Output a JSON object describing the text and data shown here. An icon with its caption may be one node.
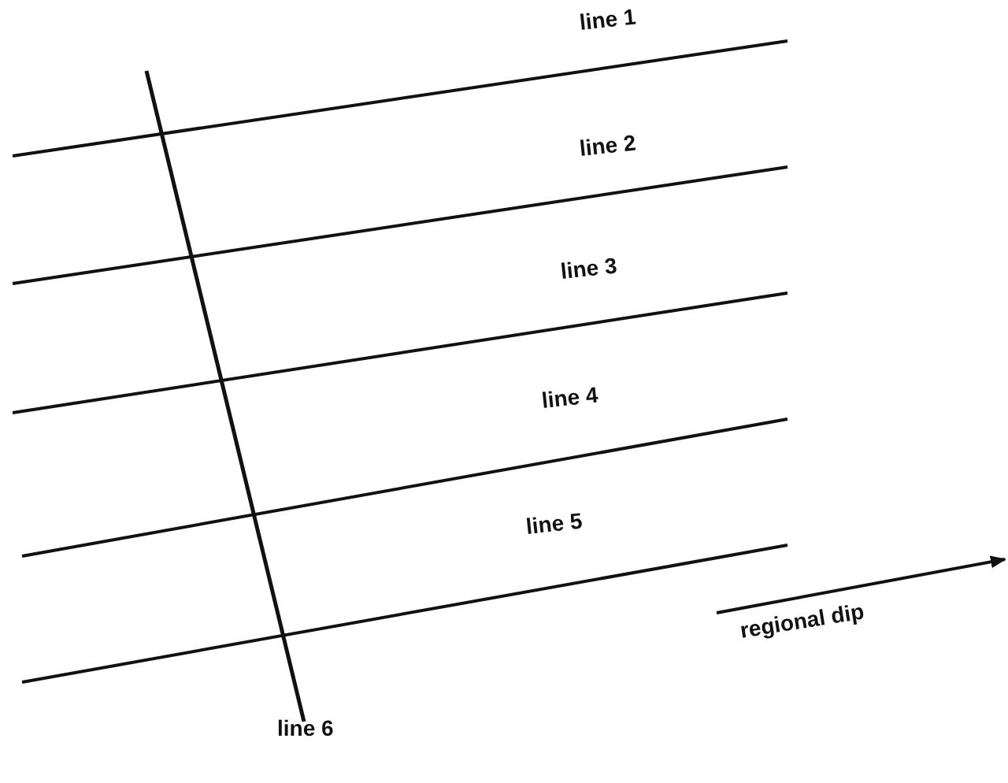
{
  "diagram": {
    "labels": [
      "line 1",
      "line 2",
      "line 3",
      "line 4",
      "line 5",
      "line 6",
      "regional dip"
    ]
  }
}
